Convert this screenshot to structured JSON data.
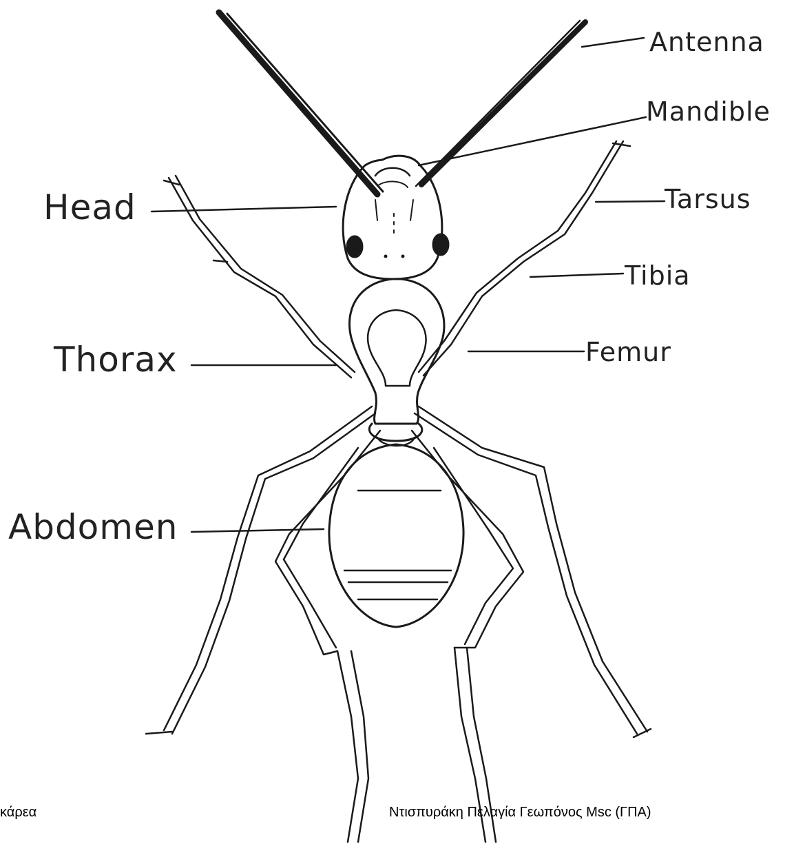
{
  "diagram": {
    "labels": {
      "antenna": "Antenna",
      "mandible": "Mandible",
      "head": "Head",
      "tarsus": "Tarsus",
      "tibia": "Tibia",
      "thorax": "Thorax",
      "femur": "Femur",
      "abdomen": "Abdomen"
    }
  },
  "footer": {
    "left": "κάρεα",
    "right": "Ντισπυράκη Πελαγία Γεωπόνος Msc (ΓΠΑ)"
  },
  "colors": {
    "ink": "#1a1a1a",
    "background": "#ffffff"
  }
}
